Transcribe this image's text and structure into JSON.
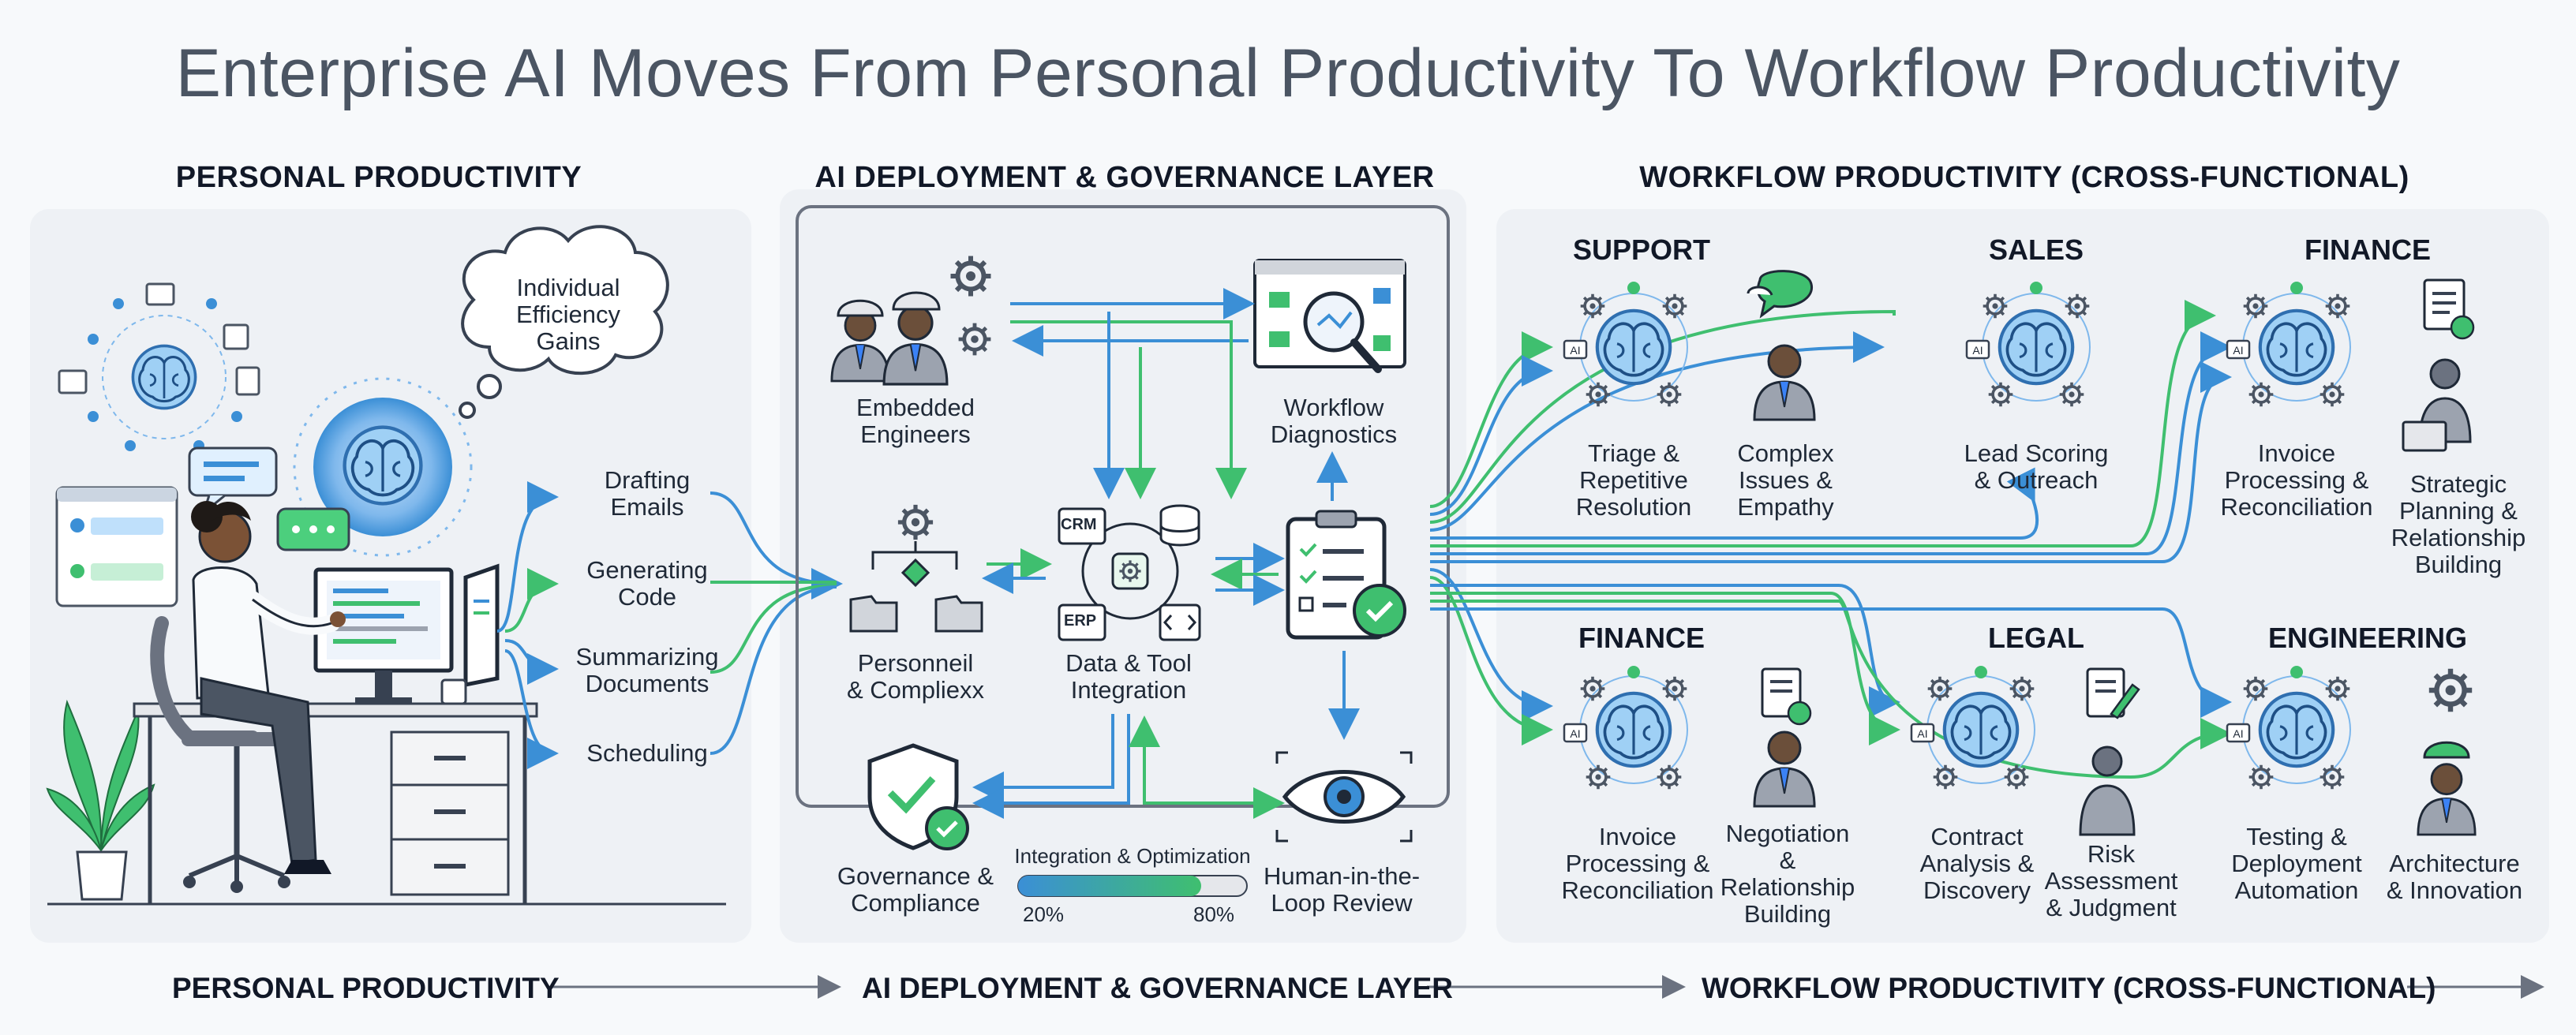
{
  "title": "Enterprise AI Moves From Personal Productivity To Workflow Productivity",
  "sections": {
    "personal": "PERSONAL PRODUCTIVITY",
    "governance": "AI DEPLOYMENT & GOVERNANCE LAYER",
    "workflow": "WORKFLOW PRODUCTIVITY (CROSS-FUNCTIONAL)"
  },
  "personal": {
    "thought": "Individual\nEfficiency\nGains",
    "tasks": [
      "Drafting\nEmails",
      "Generating\nCode",
      "Summarizing\nDocuments",
      "Scheduling"
    ]
  },
  "governance": {
    "embedded_engineers": "Embedded\nEngineers",
    "workflow_diagnostics": "Workflow\nDiagnostics",
    "personnel": "Personneil\n& Compliexx",
    "data_tool": "Data & Tool\nIntegration",
    "governance_compliance": "Governance &\nCompliance",
    "human_loop": "Human-in-the-\nLoop Review",
    "progress_label": "Integration & Optimization",
    "progress_start": "20%",
    "progress_end": "80%",
    "progress_fill": 0.8,
    "tags": {
      "crm": "CRM",
      "erp": "ERP"
    }
  },
  "workflow": {
    "support": {
      "name": "SUPPORT",
      "a": "Triage &\nRepetitive\nResolution",
      "b": "Complex\nIssues &\nEmpathy"
    },
    "sales": {
      "name": "SALES",
      "a": "Lead Scoring\n& Outreach"
    },
    "finance_top": {
      "name": "FINANCE",
      "a": "Invoice\nProcessing &\nReconciliation",
      "b": "Strategic\nPlanning &\nRelationship\nBuilding"
    },
    "finance_bottom": {
      "name": "FINANCE",
      "a": "Invoice\nProcessing &\nReconciliation",
      "b": "Negotiation\n&\nRelationship\nBuilding"
    },
    "legal": {
      "name": "LEGAL",
      "a": "Contract\nAnalysis &\nDiscovery",
      "b": "Risk\nAssessment\n& Judgment"
    },
    "engineering": {
      "name": "ENGINEERING",
      "a": "Testing &\nDeployment\nAutomation",
      "b": "Architecture\n& Innovation"
    },
    "ai_tag": "AI"
  },
  "footer": [
    "PERSONAL PRODUCTIVITY",
    "AI DEPLOYMENT & GOVERNANCE LAYER",
    "WORKFLOW PRODUCTIVITY (CROSS-FUNCTIONAL)"
  ],
  "colors": {
    "blue": "#3b8fd6",
    "green": "#3fbf6f",
    "panel": "#eef1f5",
    "ink": "#1f2937"
  }
}
